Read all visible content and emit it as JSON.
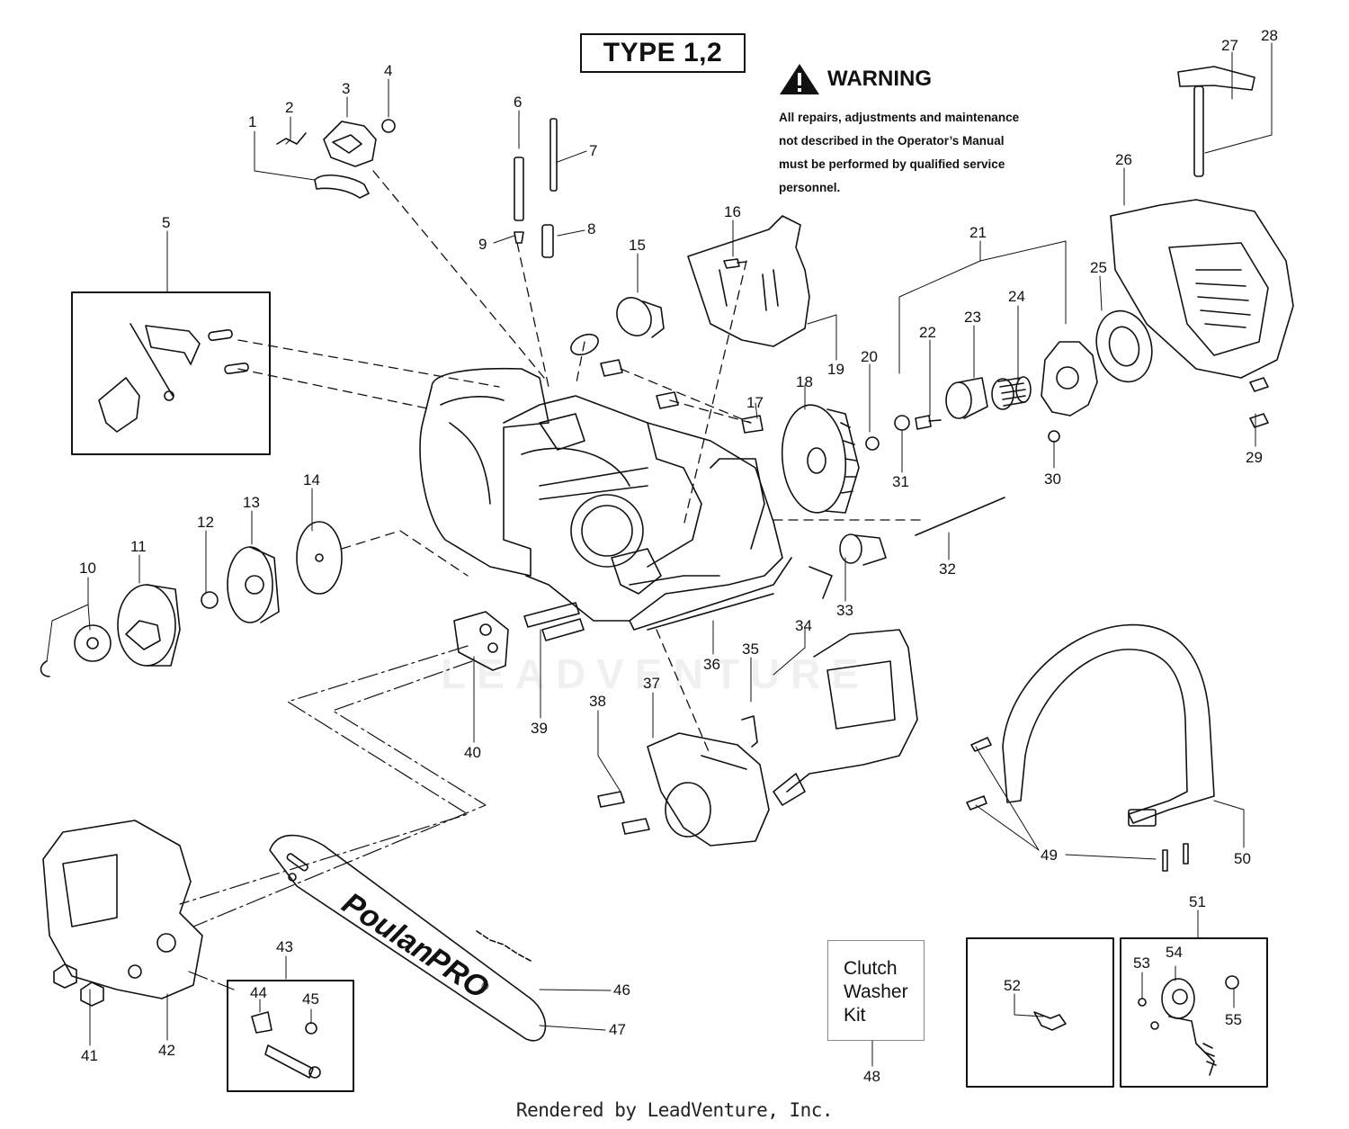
{
  "type_label": "TYPE 1,2",
  "warning": {
    "title": "WARNING",
    "lines": [
      "All repairs, adjustments and maintenance",
      "not described in the Operator’s Manual",
      "must be performed by qualified service",
      "personnel."
    ]
  },
  "bar_brand": {
    "part1": "Poulan",
    "part2": "PRO",
    "mark": "®"
  },
  "kit_label": {
    "line1": "Clutch",
    "line2": "Washer",
    "line3": "Kit"
  },
  "watermark": "LEADVENTURE",
  "footer": "Rendered by LeadVenture, Inc.",
  "callouts": [
    "1",
    "2",
    "3",
    "4",
    "5",
    "6",
    "7",
    "8",
    "9",
    "10",
    "11",
    "12",
    "13",
    "14",
    "15",
    "16",
    "17",
    "18",
    "19",
    "20",
    "21",
    "22",
    "23",
    "24",
    "25",
    "26",
    "27",
    "28",
    "29",
    "30",
    "31",
    "32",
    "33",
    "34",
    "35",
    "36",
    "37",
    "38",
    "39",
    "40",
    "41",
    "42",
    "43",
    "44",
    "45",
    "46",
    "47",
    "48",
    "49",
    "50",
    "51",
    "52",
    "53",
    "54",
    "55"
  ],
  "icons": {
    "warning": "warning-triangle-icon"
  }
}
